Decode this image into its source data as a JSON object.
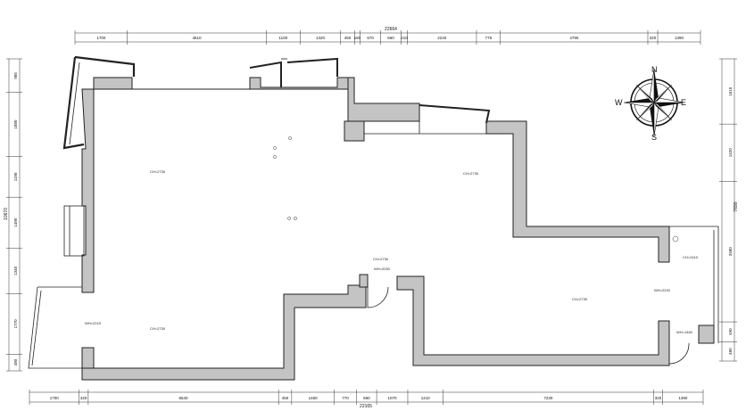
{
  "top_dims": {
    "total": "22664",
    "segments": [
      "1700",
      "4510",
      "1100",
      "1320",
      "450",
      "180",
      "670",
      "660",
      "210",
      "2240",
      "775",
      "4790",
      "320",
      "1390"
    ]
  },
  "bottom_dims": {
    "total": "22165",
    "segments": [
      "1700",
      "320",
      "6540",
      "450",
      "1460",
      "770",
      "690",
      "1070",
      "1210",
      "7230",
      "320",
      "1390"
    ]
  },
  "left_dims": {
    "total": "10670",
    "segments": [
      "985",
      "1880",
      "1190",
      "1490",
      "1340",
      "1770",
      "490"
    ]
  },
  "right_dims": {
    "total": "7690",
    "segments": [
      "1615",
      "1420",
      "3480",
      "490",
      "480"
    ]
  },
  "room_tags": {
    "ch_main": "CH=2730",
    "ch_right": "CH=2730",
    "ch_lower": "CH=2730",
    "ch_center": "CH=2730",
    "ch_east": "CH=2730",
    "ch_bath": "CH=2410",
    "wh_left": "WH=2215",
    "wh_door": "WH=2030",
    "wh_east": "WH=2220",
    "wh_bath": "WH=1460"
  },
  "compass": {
    "n": "N",
    "s": "S",
    "e": "E",
    "w": "W"
  }
}
